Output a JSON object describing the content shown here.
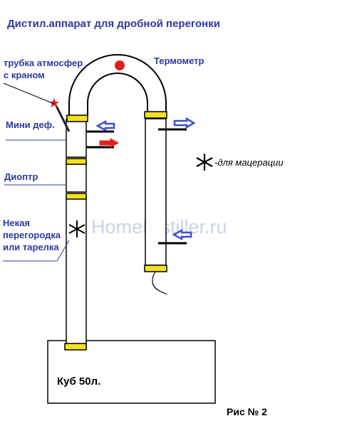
{
  "title": "Дистил.аппарат для дробной перегонки",
  "labels": {
    "tube": [
      "трубка атмосфер",
      "с краном"
    ],
    "thermometer": "Термометр",
    "mini_def": "Мини деф.",
    "dioptr": "Диоптр",
    "baffle": [
      "Некая",
      "перегородка",
      "или тарелка"
    ],
    "maceration": "-для мацерации",
    "cube": "Куб 50л.",
    "figure": "Рис № 2"
  },
  "watermark": "HomeDistiller.ru",
  "colors": {
    "label_blue": "#2b3a9e",
    "joint_yellow": "#f2e21c",
    "red": "#e02020",
    "arrow_blue": "#3b4fd0"
  }
}
